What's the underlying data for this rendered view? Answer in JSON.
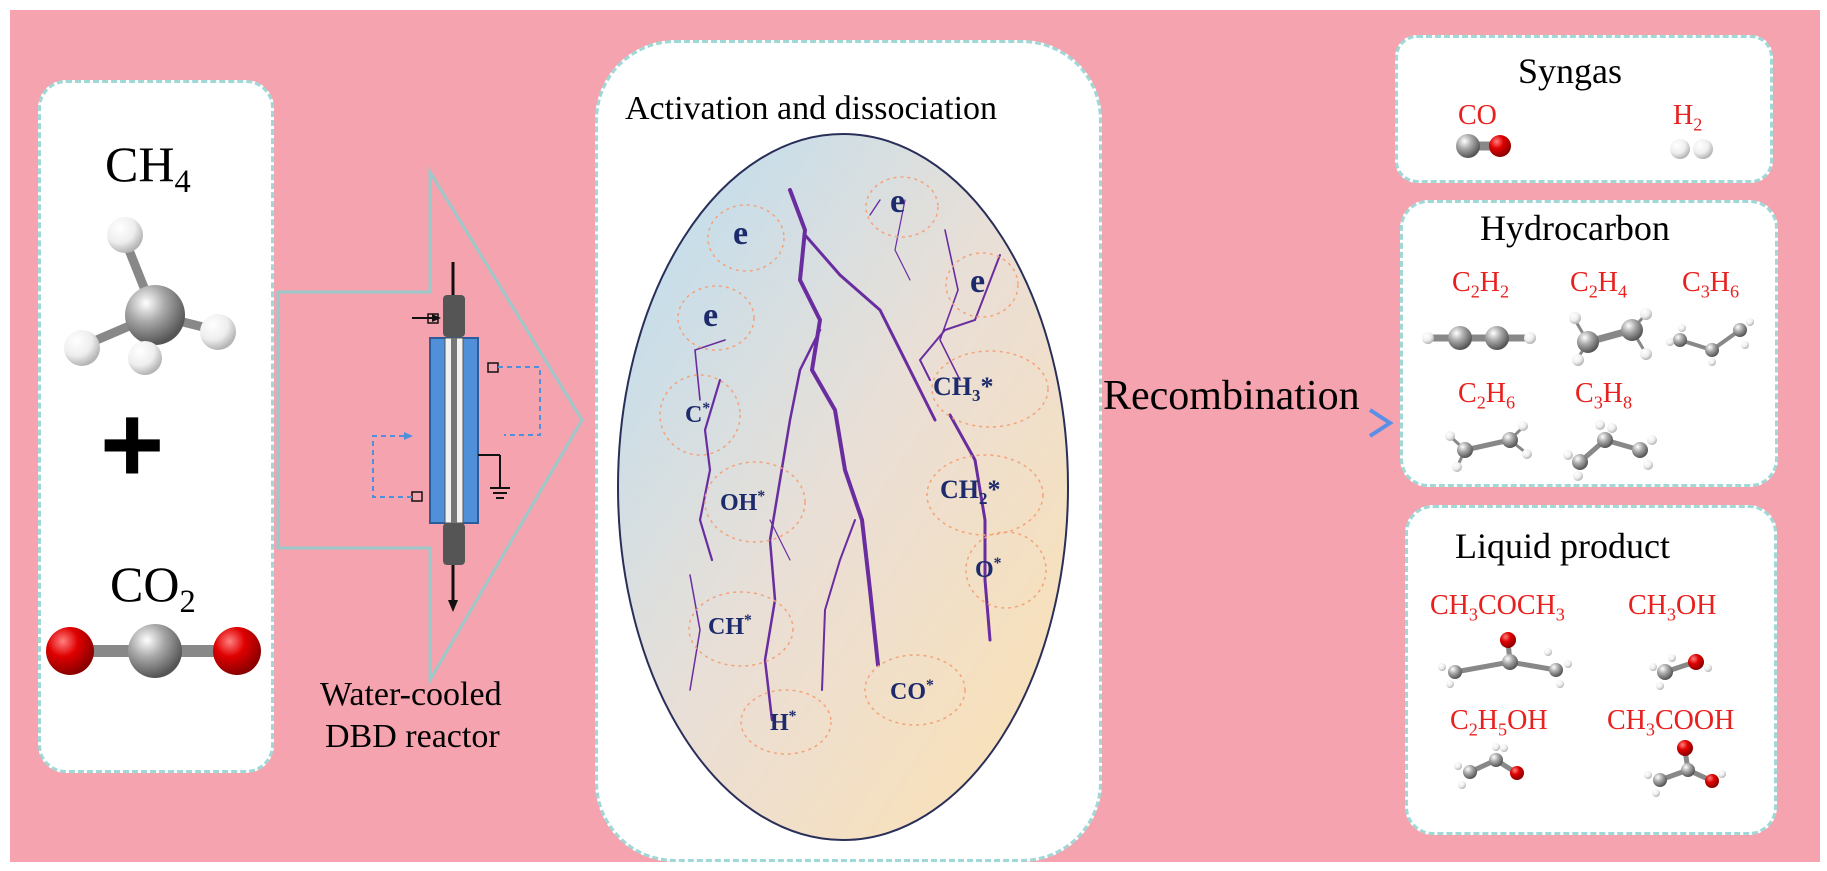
{
  "reactants": {
    "ch4": {
      "base": "CH",
      "sub": "4"
    },
    "plus": "+",
    "co2": {
      "base": "CO",
      "sub": "2"
    }
  },
  "reactor": {
    "line1": "Water-cooled",
    "line2": "DBD reactor"
  },
  "activation": {
    "title": "Activation and dissociation",
    "species": {
      "e1": "e",
      "e2": "e",
      "e3": "e",
      "e4": "e",
      "c": "C",
      "oh": "OH",
      "ch": "CH",
      "h": "H",
      "co": "CO",
      "o": "O",
      "ch3_base": "CH",
      "ch3_sub": "3",
      "ch2_base": "CH",
      "ch2_sub": "2",
      "star": "*"
    }
  },
  "recombination": "Recombination",
  "syngas": {
    "title": "Syngas",
    "co": "CO",
    "h2_base": "H",
    "h2_sub": "2"
  },
  "hydrocarbon": {
    "title": "Hydrocarbon",
    "c2h2": [
      "C",
      "2",
      "H",
      "2"
    ],
    "c2h4": [
      "C",
      "2",
      "H",
      "4"
    ],
    "c3h6": [
      "C",
      "3",
      "H",
      "6"
    ],
    "c2h6": [
      "C",
      "2",
      "H",
      "6"
    ],
    "c3h8": [
      "C",
      "3",
      "H",
      "8"
    ]
  },
  "liquid": {
    "title": "Liquid product",
    "acetone": [
      "CH",
      "3",
      "COCH",
      "3"
    ],
    "methanol": [
      "CH",
      "3",
      "OH"
    ],
    "ethanol": [
      "C",
      "2",
      "H",
      "5",
      "OH"
    ],
    "acetic": [
      "CH",
      "3",
      "COOH"
    ]
  },
  "colors": {
    "background": "#f5a3ae",
    "border": "#9fd8d6",
    "product_text": "#e8201e",
    "species_text": "#1d2a6b"
  }
}
